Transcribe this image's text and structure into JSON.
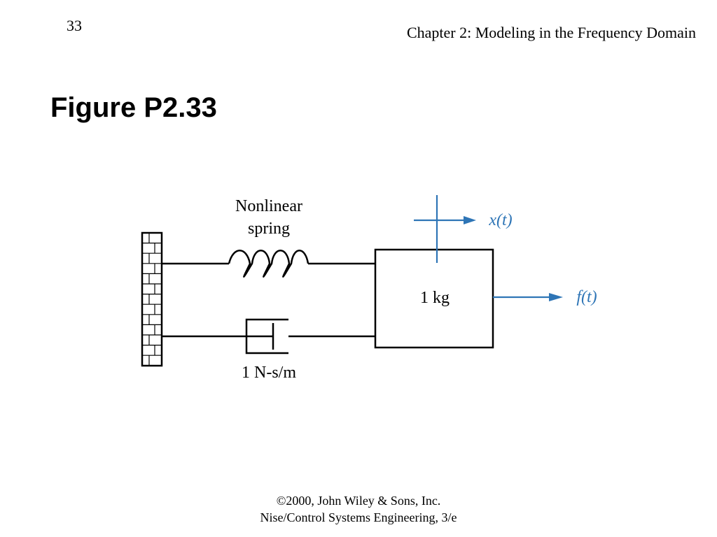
{
  "slide": {
    "page_number": "33",
    "chapter": "Chapter 2: Modeling in the Frequency Domain",
    "title": "Figure P2.33"
  },
  "diagram": {
    "spring_label_line1": "Nonlinear",
    "spring_label_line2": "spring",
    "damper_label": "1 N-s/m",
    "mass_label": "1 kg",
    "displacement_label": "x(t)",
    "force_label": "f(t)",
    "colors": {
      "ink": "#000000",
      "accent": "#2e75b6"
    }
  },
  "footer": {
    "line1": "©2000, John Wiley & Sons, Inc.",
    "line2": "Nise/Control Systems Engineering, 3/e"
  }
}
